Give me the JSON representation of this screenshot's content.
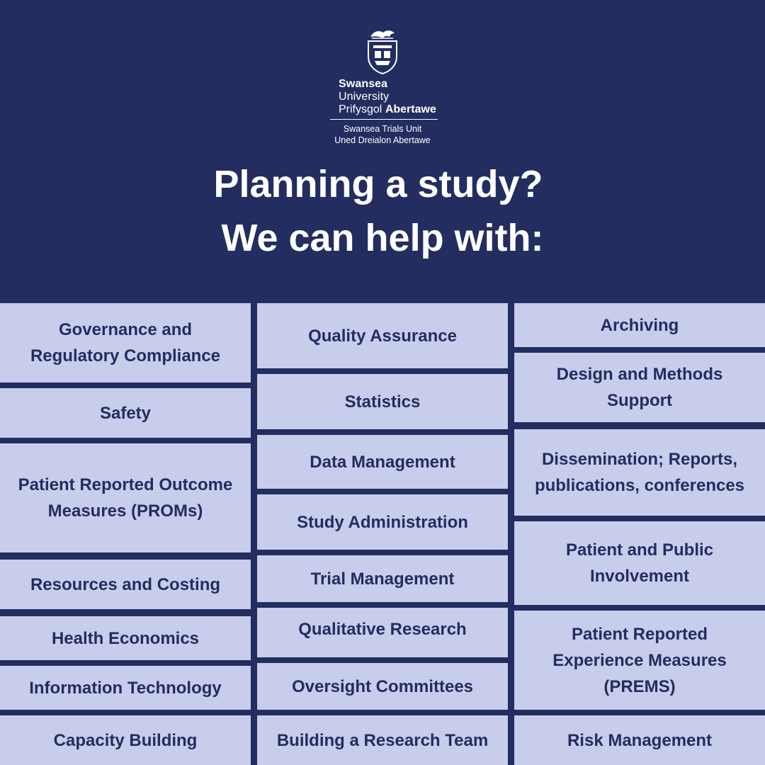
{
  "logo": {
    "name_bold": "Swansea",
    "name_regular": "University",
    "welsh_regular": "Prifysgol",
    "welsh_bold": "Abertawe",
    "unit_en": "Swansea Trials Unit",
    "unit_cy": "Uned Dreialon Abertawe"
  },
  "headline": {
    "line1": "Planning a study?",
    "line2": "We can help with:"
  },
  "colors": {
    "background": "#232d5f",
    "tile": "#c8cdec",
    "tile_text": "#232d5f"
  },
  "services": {
    "col1": [
      "Governance and Regulatory Compliance",
      "Safety",
      "Patient Reported Outcome Measures (PROMs)",
      "Resources and Costing",
      "Health Economics",
      "Information Technology",
      "Capacity Building"
    ],
    "col2": [
      "Quality Assurance",
      "Statistics",
      "Data Management",
      "Study Administration",
      "Trial Management",
      "Qualitative Research",
      "Oversight Committees",
      "Building a Research Team"
    ],
    "col3": [
      "Archiving",
      "Design and Methods Support",
      "Dissemination; Reports, publications, conferences",
      "Patient and Public Involvement",
      "Patient Reported Experience Measures (PREMS)",
      "Risk Management"
    ]
  }
}
